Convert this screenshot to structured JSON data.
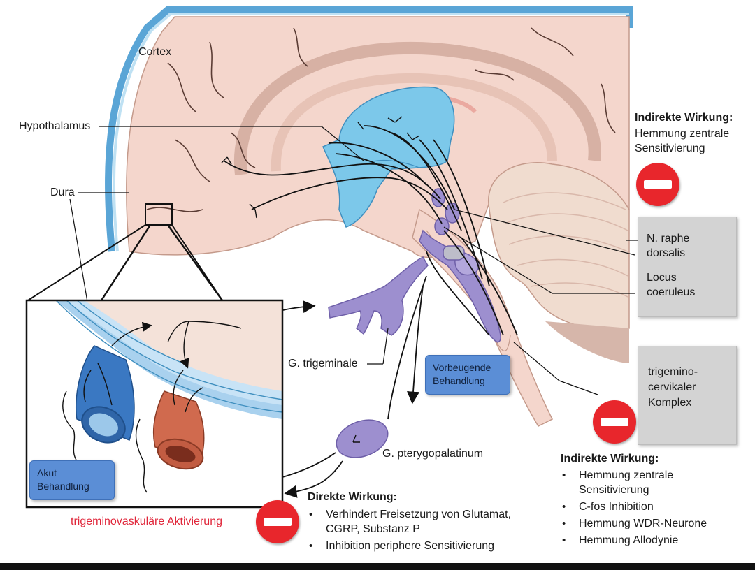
{
  "labels": {
    "cortex": "Cortex",
    "hypothalamus": "Hypothalamus",
    "dura": "Dura",
    "g_trigeminale": "G. trigeminale",
    "g_pterygopalatinum": "G. pterygopalatinum",
    "trigeminovaskulaere": "trigeminovaskuläre Aktivierung"
  },
  "boxes": {
    "raphe": [
      "N. raphe",
      "dorsalis"
    ],
    "locus": [
      "Locus",
      "coeruleus"
    ],
    "trigemino": [
      "trigemino-",
      "cervikaler",
      "Komplex"
    ]
  },
  "buttons": {
    "vorbeugende": [
      "Vorbeugende",
      "Behandlung"
    ],
    "akut": [
      "Akut",
      "Behandlung"
    ]
  },
  "effects": {
    "indirect_top": {
      "heading": "Indirekte Wirkung:",
      "lines": [
        "Hemmung zentrale",
        "Sensitivierung"
      ]
    },
    "indirect_bottom": {
      "heading": "Indirekte Wirkung:",
      "items": [
        [
          "Hemmung zentrale",
          "Sensitivierung"
        ],
        [
          "C-fos Inhibition"
        ],
        [
          "Hemmung WDR-Neurone"
        ],
        [
          "Hemmung Allodynie"
        ]
      ]
    },
    "direct": {
      "heading": "Direkte Wirkung:",
      "items": [
        [
          "Verhindert Freisetzung von Glutamat,",
          "CGRP, Substanz P"
        ],
        [
          "Inhibition periphere Sensitivierung"
        ]
      ]
    }
  },
  "colors": {
    "brain": "#f4d6cc",
    "brain_dark": "#d7b1a4",
    "hypothalamus": "#7cc8ea",
    "nuclei": "#9d8fcf",
    "vessel_blue": "#3a78c2",
    "vessel_red": "#d06a4e",
    "stop_red": "#e8262c",
    "red_text": "#e0263a"
  }
}
